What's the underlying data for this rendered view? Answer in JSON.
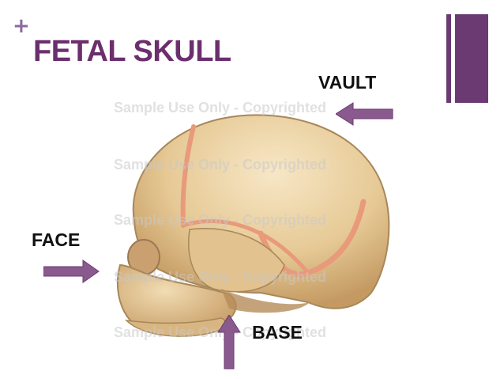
{
  "slide": {
    "plus": "+",
    "title": "FETAL SKULL"
  },
  "labels": {
    "vault": "VAULT",
    "face": "FACE",
    "base": "BASE"
  },
  "watermark": {
    "text": "Sample Use Only - Copyrighted"
  },
  "colors": {
    "accent": "#6b3a73",
    "title": "#6b2f6e",
    "arrow": "#8a5a8e",
    "bone": "#e8cfa0",
    "suture": "#e89a7a"
  }
}
